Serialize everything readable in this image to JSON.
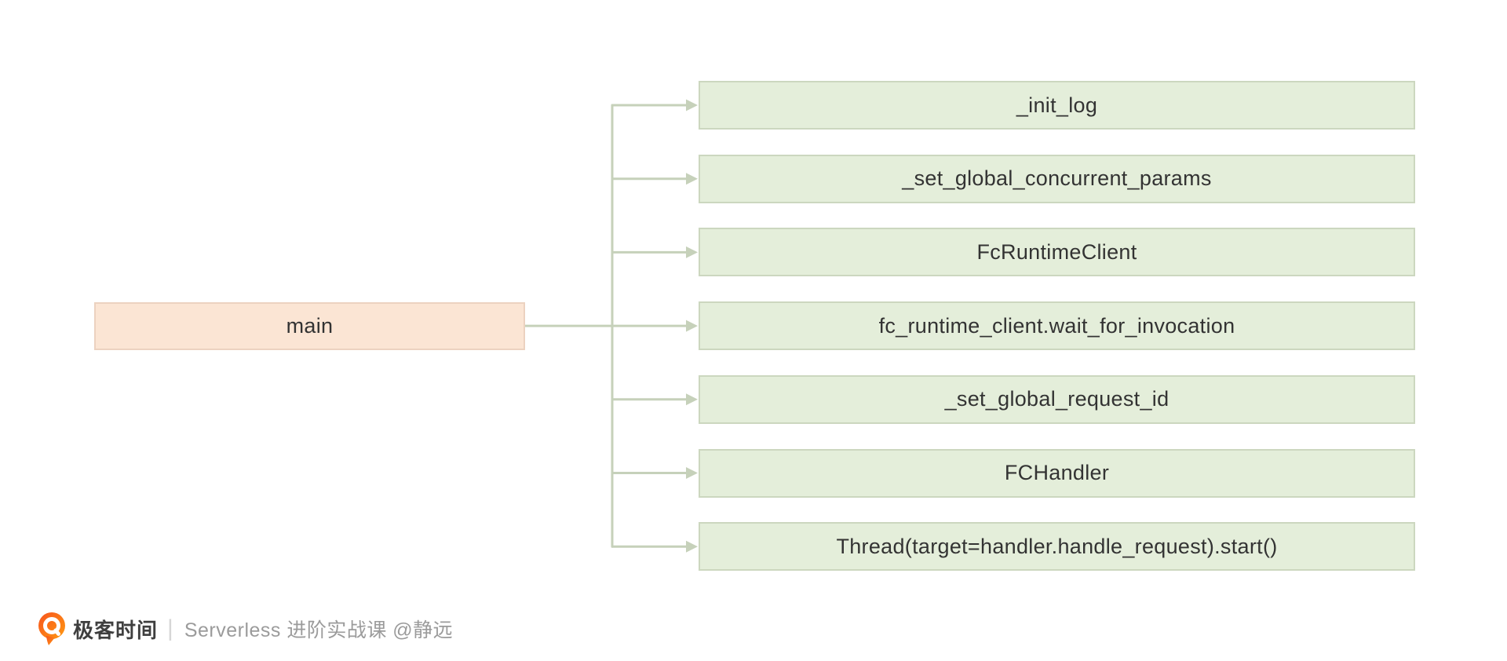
{
  "diagram": {
    "root": {
      "label": "main"
    },
    "children": [
      {
        "label": "_init_log"
      },
      {
        "label": "_set_global_concurrent_params"
      },
      {
        "label": "FcRuntimeClient"
      },
      {
        "label": "fc_runtime_client.wait_for_invocation"
      },
      {
        "label": "_set_global_request_id"
      },
      {
        "label": "FCHandler"
      },
      {
        "label": "Thread(target=handler.handle_request).start()"
      }
    ],
    "colors": {
      "background": "#ffffff",
      "root_fill": "#fbe5d4",
      "root_border": "#ecd2c0",
      "child_fill": "#e4eeda",
      "child_border": "#ccd7bf",
      "connector": "#c6d1ba",
      "text": "#333333"
    }
  },
  "footer": {
    "brand": "极客时间",
    "divider": "|",
    "caption": "Serverless 进阶实战课 @静远",
    "brand_color": "#3f3f3f",
    "caption_color": "#9b9b9b",
    "logo_orange": "#ff8a12",
    "logo_orange_dark": "#f7531e"
  }
}
